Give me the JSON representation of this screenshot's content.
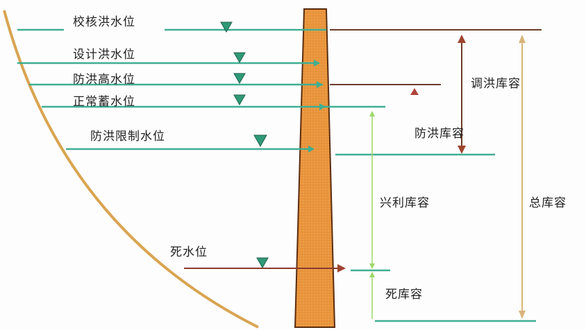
{
  "water_levels": {
    "check_flood": "校核洪水位",
    "design_flood": "设计洪水位",
    "flood_high": "防洪高水位",
    "normal_storage": "正常蓄水位",
    "flood_limit": "防洪限制水位",
    "dead": "死水位"
  },
  "capacities": {
    "flood_regulation": "调洪库容",
    "flood_control": "防洪库容",
    "beneficial": "兴利库容",
    "dead": "死库容",
    "total": "总库容"
  },
  "colors": {
    "water": "#3fae92",
    "dam": "#e8923a",
    "bank": "#d9a451",
    "flood_arrow": "#8b3a2a",
    "beneficial_arrow": "#9bd96a",
    "total_arrow": "#d8b47a"
  }
}
